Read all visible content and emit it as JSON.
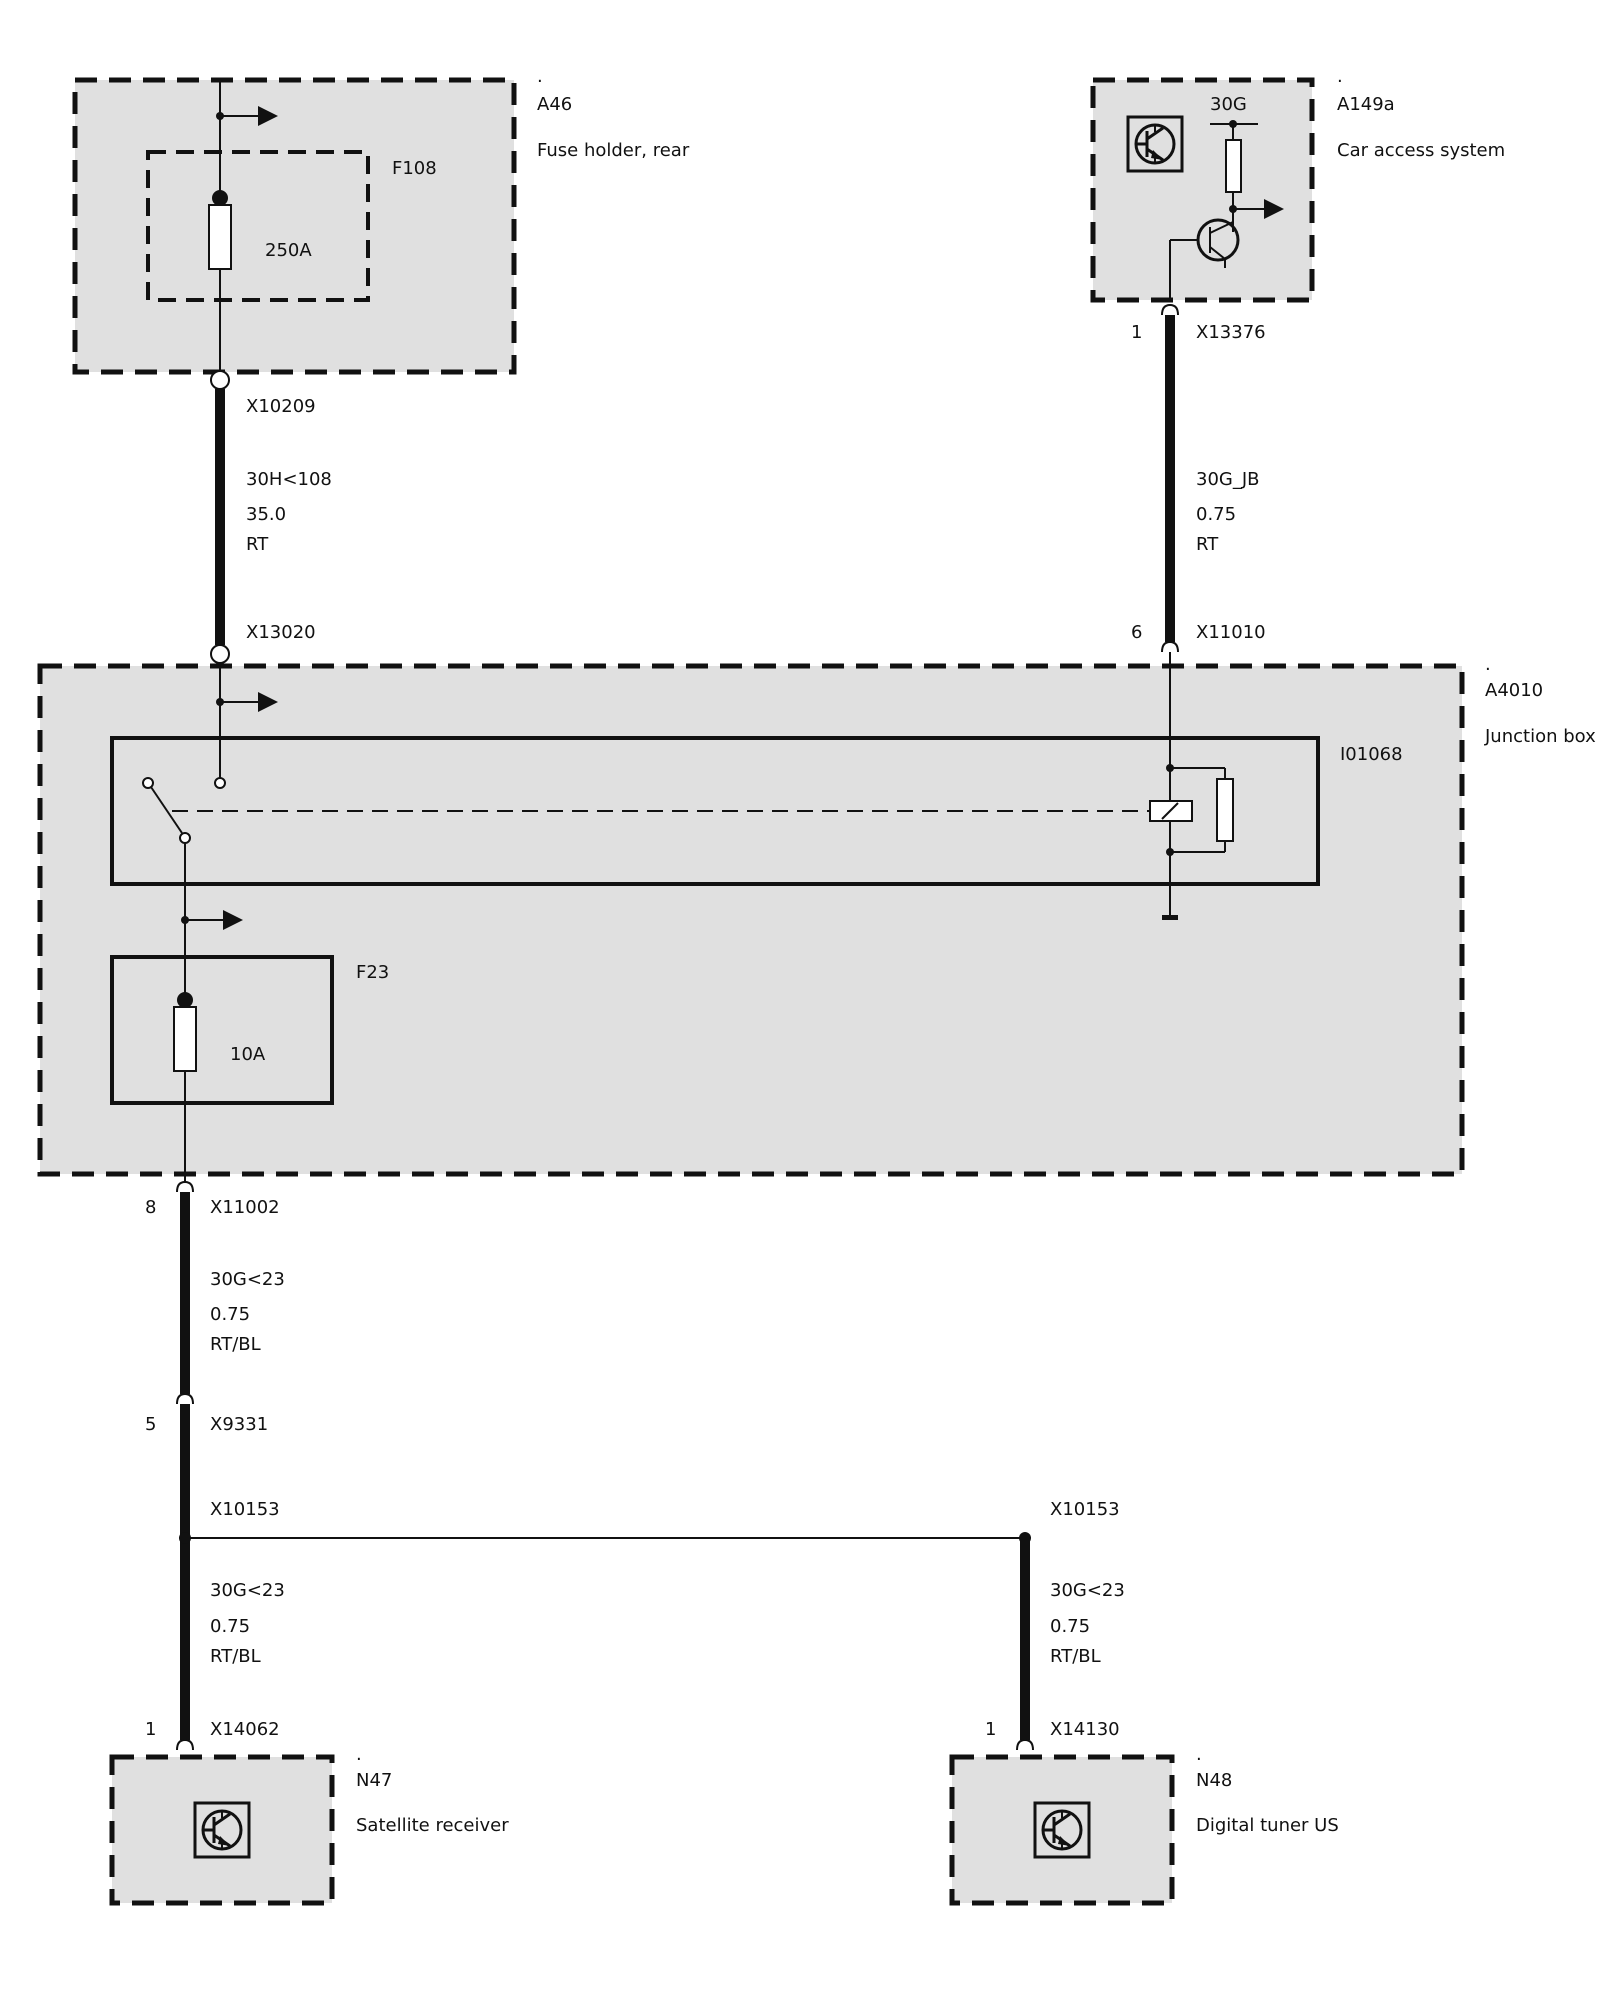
{
  "components": {
    "a46": {
      "dot": ".",
      "id": "A46",
      "name": "Fuse holder, rear"
    },
    "f108": {
      "id": "F108",
      "rating": "250A"
    },
    "a149a": {
      "dot": ".",
      "id": "A149a",
      "name": "Car access system",
      "terminal": "30G"
    },
    "a4010": {
      "dot": ".",
      "id": "A4010",
      "name": "Junction box"
    },
    "i01068": {
      "id": "I01068"
    },
    "f23": {
      "id": "F23",
      "rating": "10A"
    },
    "n47": {
      "dot": ".",
      "id": "N47",
      "name": "Satellite receiver"
    },
    "n48": {
      "dot": ".",
      "id": "N48",
      "name": "Digital tuner US"
    }
  },
  "connectors": {
    "x10209": {
      "id": "X10209"
    },
    "x13020": {
      "id": "X13020"
    },
    "x13376": {
      "pin": "1",
      "id": "X13376"
    },
    "x11010": {
      "pin": "6",
      "id": "X11010"
    },
    "x11002": {
      "pin": "8",
      "id": "X11002"
    },
    "x9331": {
      "pin": "5",
      "id": "X9331"
    },
    "x10153_left": {
      "id": "X10153"
    },
    "x10153_right": {
      "id": "X10153"
    },
    "x14062": {
      "pin": "1",
      "id": "X14062"
    },
    "x14130": {
      "pin": "1",
      "id": "X14130"
    }
  },
  "wires": {
    "w1": {
      "signal": "30H<108",
      "size": "35.0",
      "color": "RT"
    },
    "w2": {
      "signal": "30G_JB",
      "size": "0.75",
      "color": "RT"
    },
    "w3": {
      "signal": "30G<23",
      "size": "0.75",
      "color": "RT/BL"
    },
    "w4": {
      "signal": "30G<23",
      "size": "0.75",
      "color": "RT/BL"
    },
    "w5": {
      "signal": "30G<23",
      "size": "0.75",
      "color": "RT/BL"
    }
  }
}
